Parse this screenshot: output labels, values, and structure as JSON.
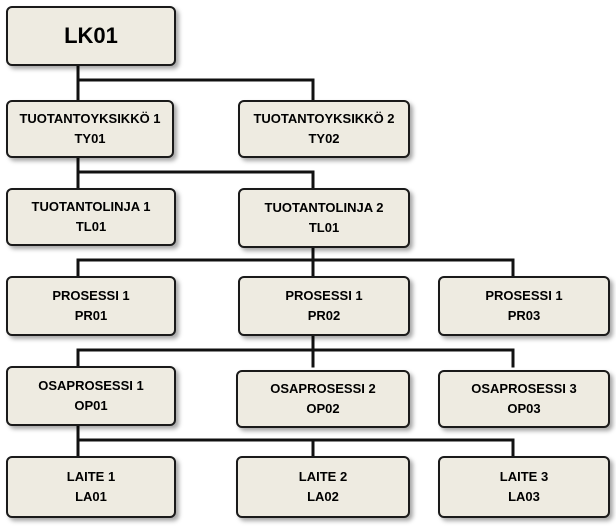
{
  "colors": {
    "box_fill": "#eeebe1",
    "box_border": "#1a1a1a",
    "connector": "#111111"
  },
  "nodes": {
    "lk01": {
      "label": "LK01"
    },
    "ty1": {
      "title": "TUOTANTOYKSIKKÖ 1",
      "code": "TY01"
    },
    "ty2": {
      "title": "TUOTANTOYKSIKKÖ 2",
      "code": "TY02"
    },
    "tl1": {
      "title": "TUOTANTOLINJA 1",
      "code": "TL01"
    },
    "tl2": {
      "title": "TUOTANTOLINJA 2",
      "code": "TL01"
    },
    "pr1": {
      "title": "PROSESSI 1",
      "code": "PR01"
    },
    "pr2": {
      "title": "PROSESSI 1",
      "code": "PR02"
    },
    "pr3": {
      "title": "PROSESSI 1",
      "code": "PR03"
    },
    "op1": {
      "title": "OSAPROSESSI 1",
      "code": "OP01"
    },
    "op2": {
      "title": "OSAPROSESSI 2",
      "code": "OP02"
    },
    "op3": {
      "title": "OSAPROSESSI 3",
      "code": "OP03"
    },
    "la1": {
      "title": "LAITE 1",
      "code": "LA01"
    },
    "la2": {
      "title": "LAITE 2",
      "code": "LA02"
    },
    "la3": {
      "title": "LAITE 3",
      "code": "LA03"
    }
  }
}
